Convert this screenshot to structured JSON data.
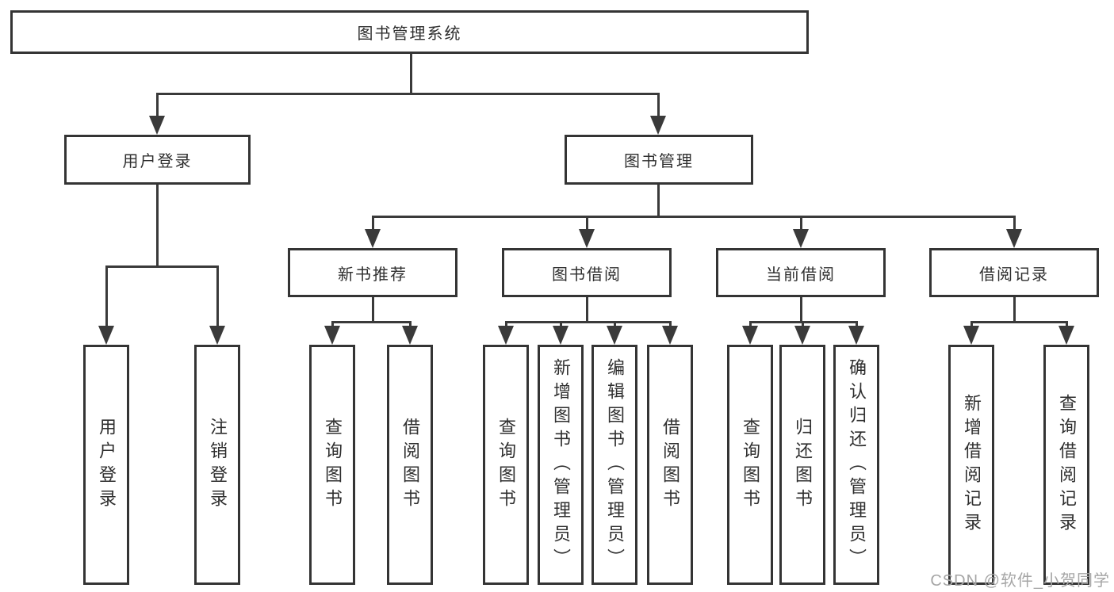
{
  "diagram_type": "hierarchy-tree",
  "tree": {
    "label": "图书管理系统",
    "children": [
      {
        "label": "用户登录",
        "children": [
          {
            "label": "用户登录"
          },
          {
            "label": "注销登录"
          }
        ]
      },
      {
        "label": "图书管理",
        "children": [
          {
            "label": "新书推荐",
            "children": [
              {
                "label": "查询图书"
              },
              {
                "label": "借阅图书"
              }
            ]
          },
          {
            "label": "图书借阅",
            "children": [
              {
                "label": "查询图书"
              },
              {
                "label": "新增图书（管理员）"
              },
              {
                "label": "编辑图书（管理员）"
              },
              {
                "label": "借阅图书"
              }
            ]
          },
          {
            "label": "当前借阅",
            "children": [
              {
                "label": "查询图书"
              },
              {
                "label": "归还图书"
              },
              {
                "label": "确认归还（管理员）"
              }
            ]
          },
          {
            "label": "借阅记录",
            "children": [
              {
                "label": "新增借阅记录"
              },
              {
                "label": "查询借阅记录"
              }
            ]
          }
        ]
      }
    ]
  },
  "watermark": {
    "text": "CSDN @软件_小贺同学"
  },
  "colors": {
    "line": "#3a3a3a",
    "box_border": "#343434",
    "text": "#2f2f2f",
    "background": "#ffffff",
    "watermark": "#a6a6a6"
  }
}
